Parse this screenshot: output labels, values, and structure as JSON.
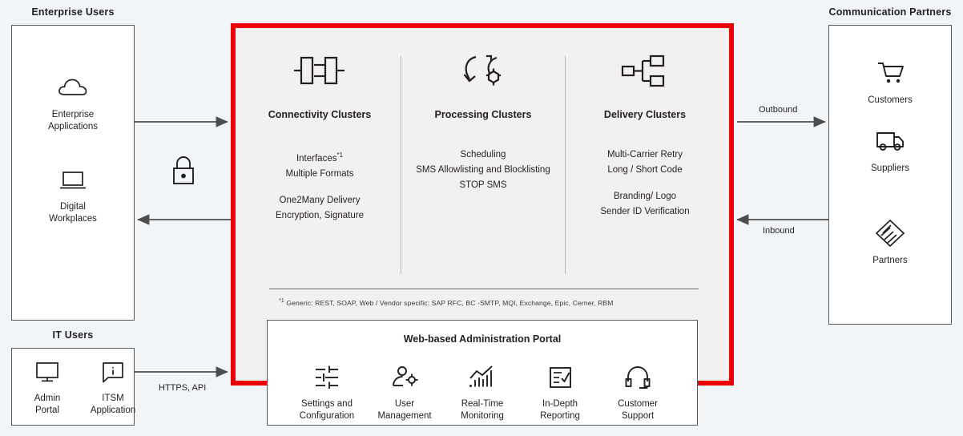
{
  "theme": {
    "background": "#f1f5f8",
    "accent_red": "#ed0007",
    "panel_gray": "#f2f1f0",
    "line_gray": "#595959"
  },
  "groups": {
    "enterprise_users": {
      "caption": "Enterprise Users",
      "items": [
        {
          "label": "Enterprise\nApplications",
          "label_line1": "Enterprise",
          "label_line2": "Applications",
          "icon": "cloud-icon"
        },
        {
          "label": "Digital\nWorkplaces",
          "label_line1": "Digital",
          "label_line2": "Workplaces",
          "icon": "laptop-icon"
        }
      ]
    },
    "it_users": {
      "caption": "IT Users",
      "items": [
        {
          "label_line1": "Admin",
          "label_line2": "Portal",
          "icon": "monitor-icon"
        },
        {
          "label_line1": "ITSM",
          "label_line2": "Application",
          "icon": "info-bubble-icon"
        }
      ]
    },
    "communication_partners": {
      "caption": "Communication Partners",
      "items": [
        {
          "label_line1": "Customers",
          "label_line2": "",
          "icon": "shopping-cart-icon"
        },
        {
          "label_line1": "Suppliers",
          "label_line2": "",
          "icon": "truck-icon"
        },
        {
          "label_line1": "Partners",
          "label_line2": "",
          "icon": "handshake-icon"
        }
      ]
    }
  },
  "flows": {
    "secure_channel_icon": "lock-icon",
    "it_users_label": "HTTPS, API",
    "outbound_label": "Outbound",
    "inbound_label": "Inbound"
  },
  "platform": {
    "clusters": [
      {
        "title": "Connectivity Clusters",
        "icon": "interfaces-icon",
        "group_a": [
          "Interfaces*1",
          "Multiple Formats"
        ],
        "line1": "Interfaces",
        "line1_sup": "*1",
        "line2": "Multiple Formats",
        "line3": "One2Many Delivery",
        "line4": "Encryption, Signature"
      },
      {
        "title": "Processing Clusters",
        "icon": "process-cycle-icon",
        "line1": "Scheduling",
        "line1_sup": "",
        "line2": "SMS Allowlisting and Blocklisting",
        "line3": "STOP SMS",
        "line4": ""
      },
      {
        "title": "Delivery Clusters",
        "icon": "hierarchy-icon",
        "line1": "Multi-Carrier Retry",
        "line1_sup": "",
        "line2": "Long / Short Code",
        "line3": "Branding/ Logo",
        "line4": "Sender ID Verification"
      }
    ],
    "footnote": {
      "marker": "*1",
      "text": "Generic: REST, SOAP, Web / Vendor specific: SAP RFC, BC -SMTP, MQI, Exchange, Epic, Cerner, RBM"
    },
    "admin_portal": {
      "title": "Web-based Administration Portal",
      "items": [
        {
          "icon": "sliders-icon",
          "label_line1": "Settings and",
          "label_line2": "Configuration"
        },
        {
          "icon": "user-gear-icon",
          "label_line1": "User",
          "label_line2": "Management"
        },
        {
          "icon": "chart-bars-icon",
          "label_line1": "Real-Time",
          "label_line2": "Monitoring"
        },
        {
          "icon": "report-check-icon",
          "label_line1": "In-Depth",
          "label_line2": "Reporting"
        },
        {
          "icon": "headset-icon",
          "label_line1": "Customer",
          "label_line2": "Support"
        }
      ]
    }
  }
}
